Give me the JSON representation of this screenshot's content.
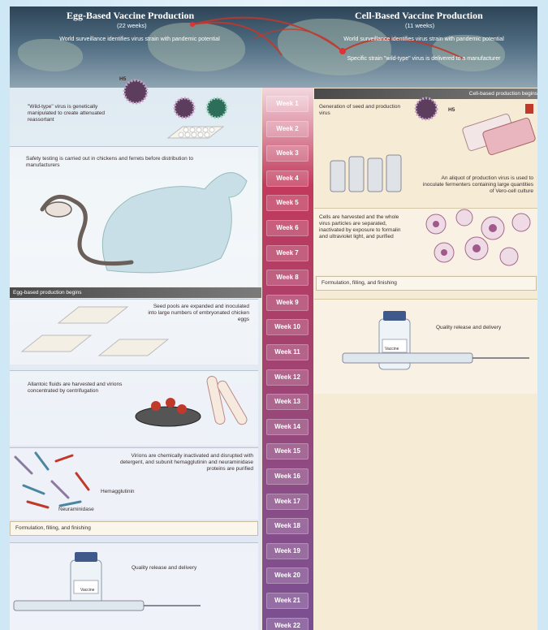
{
  "header": {
    "egg_title": "Egg-Based Vaccine Production",
    "egg_weeks": "(22 weeks)",
    "cell_title": "Cell-Based Vaccine Production",
    "cell_weeks": "(11 weeks)",
    "egg_surveillance": "World surveillance identifies virus strain with pandemic potential",
    "cell_surveillance": "World surveillance identifies virus strain with pandemic potential",
    "cell_delivered": "Specific strain \"wild-type\" virus is delivered to a manufacturer"
  },
  "virus_labels": {
    "h5_left": "H5",
    "h5_right": "H5"
  },
  "bands": {
    "cell_begins": "Cell-based production begins",
    "egg_begins": "Egg-based production begins"
  },
  "weeks": [
    "Week 1",
    "Week 2",
    "Week 3",
    "Week 4",
    "Week 5",
    "Week 6",
    "Week 7",
    "Week 8",
    "Week 9",
    "Week 10",
    "Week 11",
    "Week 12",
    "Week 13",
    "Week 14",
    "Week 15",
    "Week 16",
    "Week 17",
    "Week 18",
    "Week 19",
    "Week 20",
    "Week 21",
    "Week 22"
  ],
  "egg_steps": {
    "wild_type": "\"Wild-type\" virus is genetically manipulated to create attenuated reassortant",
    "safety": "Safety testing is carried out in chickens and ferrets before distribution to manufacturers",
    "seed_pools": "Seed pools are expanded and inoculated into large numbers of embryonated chicken eggs",
    "allantoic": "Allantoic fluids are harvested and virions concentrated by centrifugation",
    "virions": "Virions are chemically inactivated and disrupted with detergent, and subunit hemagglutinin and neuraminidase proteins are purified",
    "hemagglutinin": "Hemagglutinin",
    "neuraminidase": "Neuraminidase",
    "formulation": "Formulation, filling, and finishing",
    "quality": "Quality release and delivery",
    "vial_label": "Vaccine"
  },
  "cell_steps": {
    "seed": "Generation of seed and production virus",
    "aliquot": "An aliquot of production virus is used to inoculate fermenters containing large quantities of Vero-cell culture",
    "harvest": "Cells are harvested and the whole virus particles are separated, inactivated by exposure to formalin and ultraviolet light, and purified",
    "formulation": "Formulation, filling, and finishing",
    "quality": "Quality release and delivery",
    "vial_label": "Vaccine"
  },
  "colors": {
    "timeline_top": "#f3d7de",
    "timeline_mid": "#c23a5c",
    "timeline_bottom": "#7a4f92",
    "egg_bg": "#dfeaf2",
    "cell_bg": "#f6ecd6",
    "accent_red": "#c0392b"
  }
}
